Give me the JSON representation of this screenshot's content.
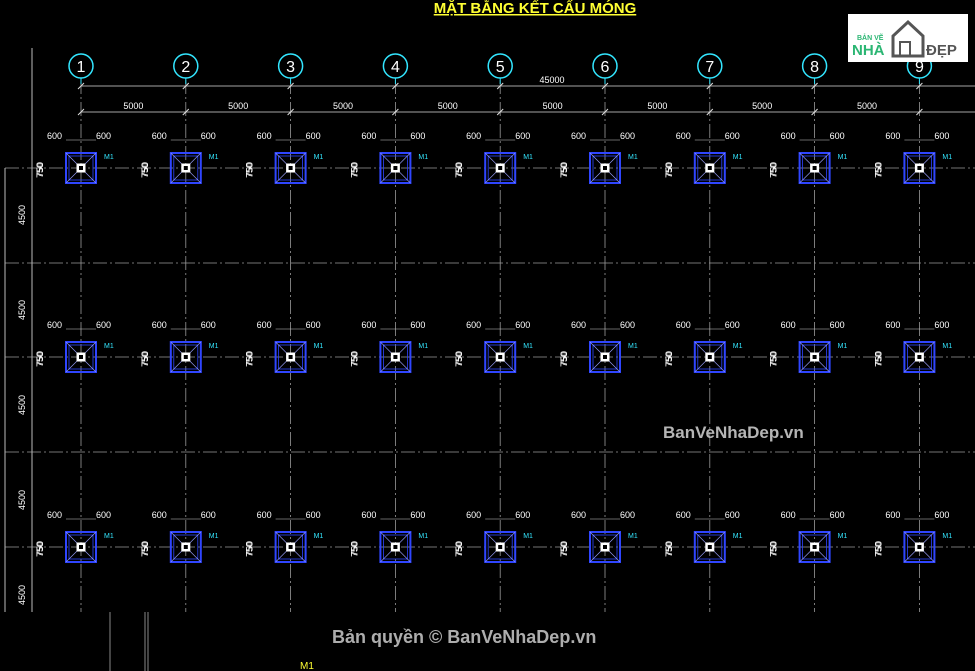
{
  "drawing": {
    "title": "MẶT BẰNG KẾT CẤU MÓNG",
    "axes": [
      "1",
      "2",
      "3",
      "4",
      "5",
      "6",
      "7",
      "8",
      "9"
    ],
    "overall_dim": "45000",
    "bay_dims": [
      "5000",
      "5000",
      "5000",
      "5000",
      "5000",
      "5000",
      "5000",
      "5000"
    ],
    "row_dims": [
      "4500",
      "4500",
      "4500",
      "4500"
    ],
    "footing_width_dims": [
      "600",
      "600"
    ],
    "footing_height_dims": [
      "750",
      "750"
    ],
    "footing_mark": "M1",
    "footing_rows": 3,
    "bottom_label": "M1"
  },
  "logo": {
    "top_text": "BẢN VẼ",
    "left_text": "NHÀ",
    "right_text": "ĐẸP"
  },
  "watermarks": {
    "center": "BanVeNhaDep.vn",
    "bottom": "Bản quyền © BanVeNhaDep.vn"
  },
  "colors": {
    "background": "#000000",
    "title": "#ffff33",
    "axis_bubble": "#33e6ff",
    "footing": "#2f45ff",
    "dimension_text": "#ffffff",
    "logo_green": "#2bb673"
  }
}
